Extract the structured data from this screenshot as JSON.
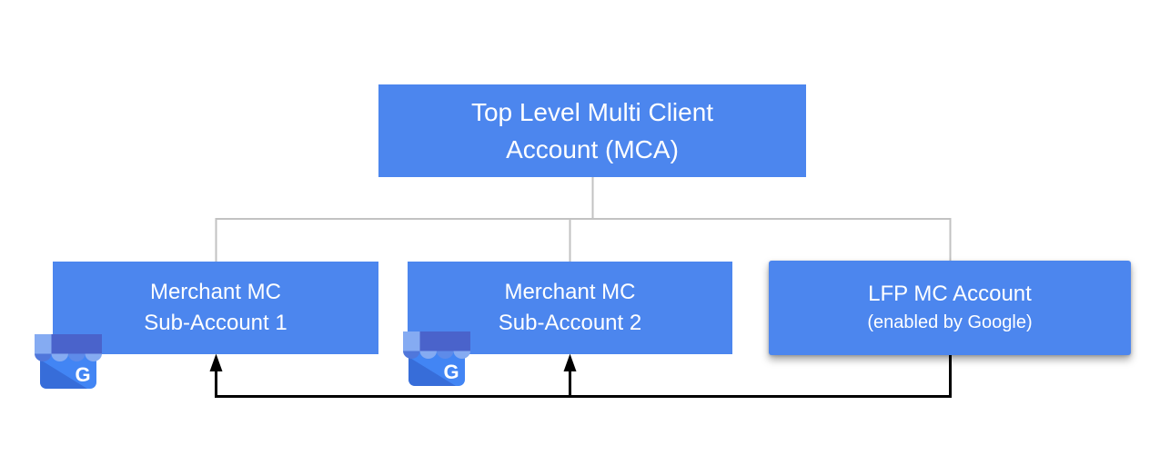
{
  "colors": {
    "node_fill": "#4C86EE",
    "node_text": "#FFFFFF",
    "connector_line": "#C2C2C2",
    "arrow_line": "#000000",
    "background": "#FFFFFF"
  },
  "nodes": {
    "mca": {
      "line1": "Top Level Multi Client",
      "line2": "Account (MCA)"
    },
    "sub1": {
      "line1": "Merchant MC",
      "line2": "Sub-Account 1"
    },
    "sub2": {
      "line1": "Merchant MC",
      "line2": "Sub-Account 2"
    },
    "lfp": {
      "line1": "LFP MC Account",
      "line2": "(enabled by Google)"
    }
  },
  "icons": {
    "business_profile_letter": "G",
    "awning_top_colors": [
      "#85ABF2",
      "#4A63CB"
    ],
    "awning_scallop_colors": [
      "#5077DB",
      "#85ABF2",
      "#5E8BE9",
      "#85ABF2"
    ],
    "body_color": "#4285F4",
    "body_shade_color": "#3566D2"
  }
}
